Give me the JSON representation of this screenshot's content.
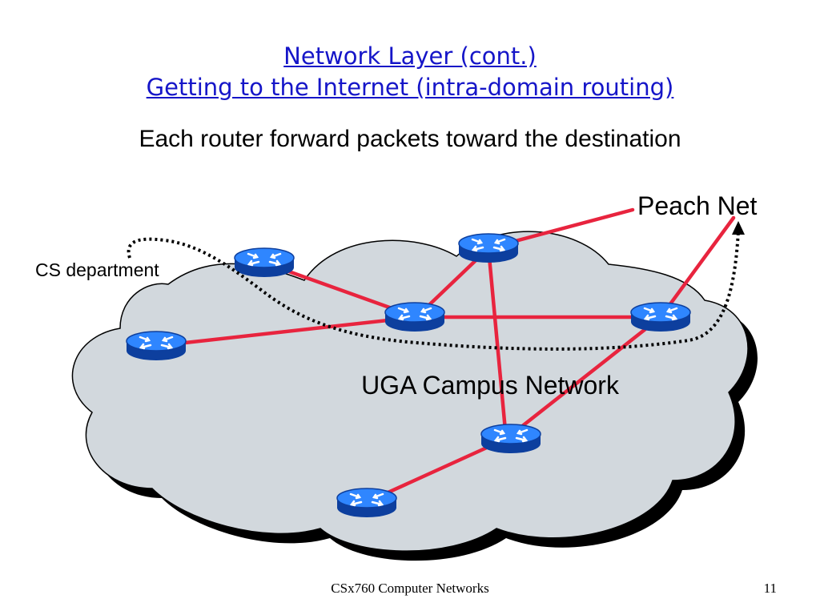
{
  "slide": {
    "title_line1": "Network Layer (cont.)",
    "title_line2": "Getting to the Internet (intra-domain routing)",
    "subtitle": "Each router forward packets toward the destination"
  },
  "diagram": {
    "cloud_label": "UGA Campus Network",
    "cs_label": "CS department",
    "peach_label": "Peach Net",
    "link_color": "#e8243e",
    "router_color": "#1e6fe0",
    "cloud_color": "#d2d8dd",
    "path_color": "#000000"
  },
  "footer": {
    "course": "CSx760 Computer Networks",
    "page": "11"
  }
}
